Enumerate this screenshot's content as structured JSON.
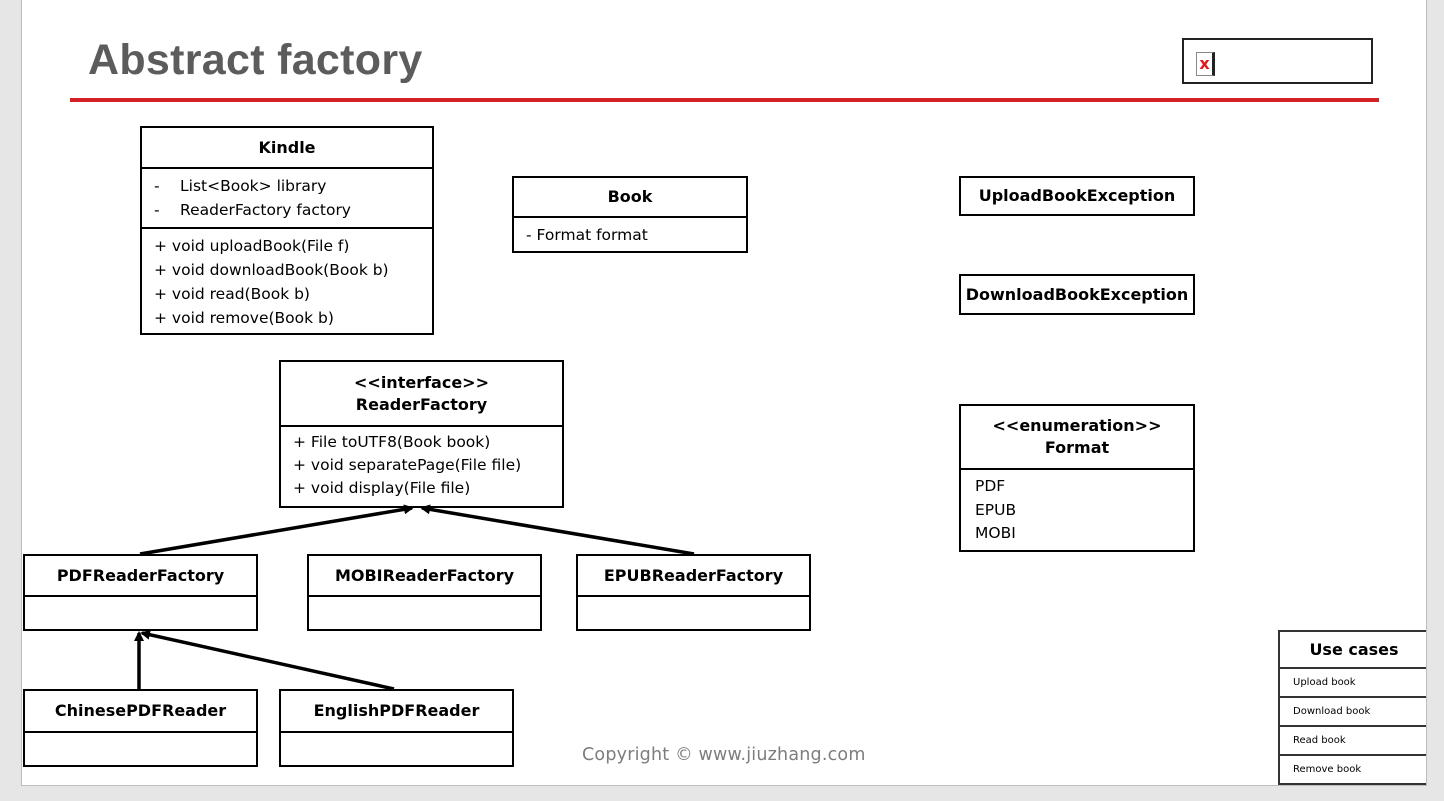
{
  "slide": {
    "title": "Abstract factory",
    "accent_color": "#d42126",
    "broken_image_icon": "x-icon",
    "copyright": "Copyright © www.jiuzhang.com"
  },
  "classes": {
    "kindle": {
      "name": "Kindle",
      "attributes": [
        "List<Book> library",
        "ReaderFactory factory"
      ],
      "methods": [
        "+ void uploadBook(File  f)",
        "+ void downloadBook(Book  b)",
        "+ void read(Book b)",
        "+ void remove(Book b)"
      ]
    },
    "book": {
      "name": "Book",
      "attributes": [
        "- Format format"
      ]
    },
    "upload_exception": {
      "name": "UploadBookException"
    },
    "download_exception": {
      "name": "DownloadBookException"
    },
    "reader_factory": {
      "stereotype": "<<interface>>",
      "name": "ReaderFactory",
      "methods": [
        "+ File toUTF8(Book book)",
        "+ void separatePage(File file)",
        "+ void display(File file)"
      ]
    },
    "format": {
      "stereotype": "<<enumeration>>",
      "name": "Format",
      "values": [
        "PDF",
        "EPUB",
        "MOBI"
      ]
    },
    "pdf_factory": {
      "name": "PDFReaderFactory"
    },
    "mobi_factory": {
      "name": "MOBIReaderFactory"
    },
    "epub_factory": {
      "name": "EPUBReaderFactory"
    },
    "chinese_reader": {
      "name": "ChinesePDFReader"
    },
    "english_reader": {
      "name": "EnglishPDFReader"
    }
  },
  "use_cases": {
    "title": "Use cases",
    "items": [
      "Upload book",
      "Download book",
      "Read book",
      "Remove book"
    ]
  }
}
